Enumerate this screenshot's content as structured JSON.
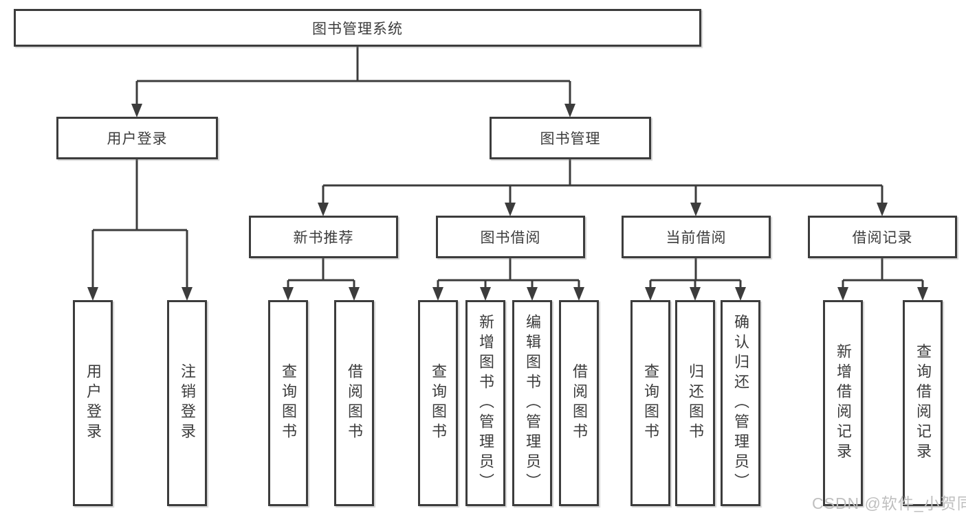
{
  "tree": {
    "label": "图书管理系统",
    "children": [
      {
        "label": "用户登录",
        "children": [
          {
            "label": "用户登录"
          },
          {
            "label": "注销登录"
          }
        ]
      },
      {
        "label": "图书管理",
        "children": [
          {
            "label": "新书推荐",
            "children": [
              {
                "label": "查询图书"
              },
              {
                "label": "借阅图书"
              }
            ]
          },
          {
            "label": "图书借阅",
            "children": [
              {
                "label": "查询图书"
              },
              {
                "label": "新增图书（管理员）"
              },
              {
                "label": "编辑图书（管理员）"
              },
              {
                "label": "借阅图书"
              }
            ]
          },
          {
            "label": "当前借阅",
            "children": [
              {
                "label": "查询图书"
              },
              {
                "label": "归还图书"
              },
              {
                "label": "确认归还（管理员）"
              }
            ]
          },
          {
            "label": "借阅记录",
            "children": [
              {
                "label": "新增借阅记录"
              },
              {
                "label": "查询借阅记录"
              }
            ]
          }
        ]
      }
    ]
  },
  "watermark": {
    "text": "CSDN @软件_小贺同学"
  },
  "colors": {
    "line": "#3c3c3c",
    "text": "#3c3c3c",
    "watermark": "#bfbfbf",
    "background": "#ffffff"
  }
}
